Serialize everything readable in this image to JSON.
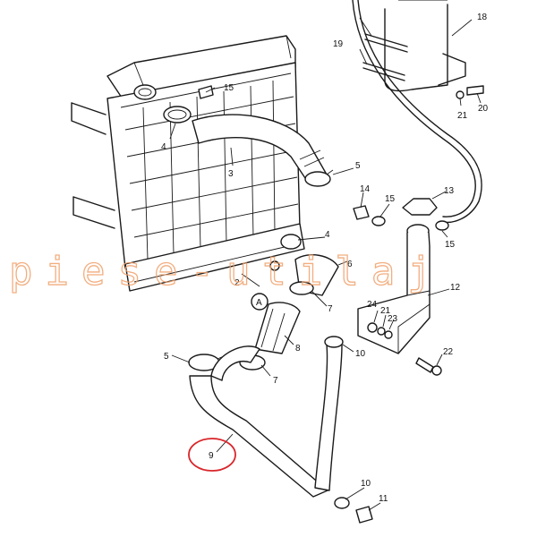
{
  "watermark": "piese-utilaj",
  "callouts": {
    "c2": "2",
    "c3": "3",
    "c4a": "4",
    "c4b": "4",
    "c5a": "5",
    "c5b": "5",
    "c6": "6",
    "c7a": "7",
    "c7b": "7",
    "c8": "8",
    "c9": "9",
    "c10a": "10",
    "c10b": "10",
    "c11": "11",
    "c12": "12",
    "c13": "13",
    "c14": "14",
    "c15a": "15",
    "c15b": "15",
    "c15c": "15",
    "c18": "18",
    "c19": "19",
    "c20": "20",
    "c21a": "21",
    "c21b": "21",
    "c22": "22",
    "c23": "23",
    "c24": "24",
    "cA": "A"
  },
  "highlight_color": "#d9262b"
}
